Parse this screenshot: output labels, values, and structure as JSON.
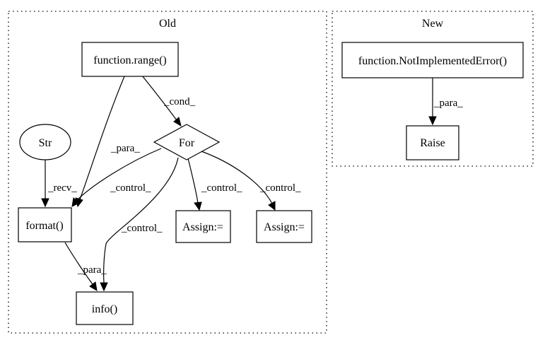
{
  "clusters": {
    "old": {
      "label": "Old"
    },
    "new": {
      "label": "New"
    }
  },
  "nodes": {
    "range": "function.range()",
    "for": "For",
    "str": "Str",
    "format": "format()",
    "assign1": "Assign:=",
    "assign2": "Assign:=",
    "info": "info()",
    "notimpl": "function.NotImplementedError()",
    "raise": "Raise"
  },
  "edges": {
    "range_for": "_cond_",
    "range_format": "_para_",
    "for_format": "_control_",
    "for_info": "_control_",
    "for_assign1": "_control_",
    "for_assign2": "_control_",
    "str_format": "_recv_",
    "format_info": "_para_",
    "notimpl_raise": "_para_"
  }
}
